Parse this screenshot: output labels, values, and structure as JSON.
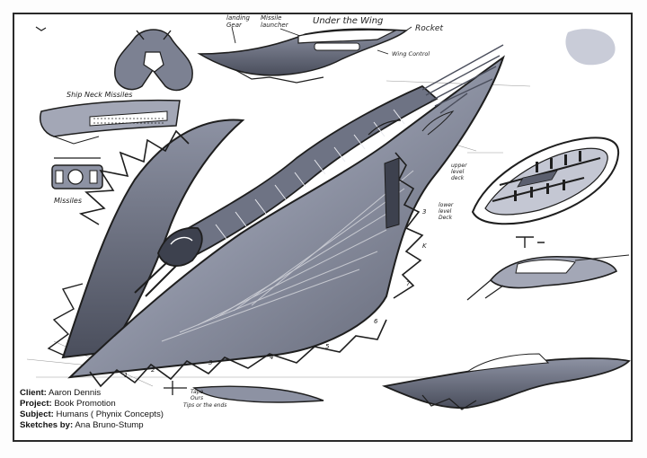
{
  "caption": {
    "client_label": "Client:",
    "client_value": "Aaron Dennis",
    "project_label": "Project:",
    "project_value": "Book Promotion",
    "subject_label": "Subject:",
    "subject_value": "Humans ( Phynix Concepts)",
    "sketches_label": "Sketches by:",
    "sketches_value": "Ana Bruno-Stump"
  },
  "notes": {
    "landing_gear": [
      "landing",
      "Gear"
    ],
    "missile_launcher": [
      "Missile",
      "launcher"
    ],
    "under_wing": "Under the Wing",
    "rocket": "Rocket",
    "wing_control": "Wing Control",
    "ship_neck": "Ship Neck Missiles",
    "missiles": "Missiles",
    "upper_deck": [
      "upper",
      "level",
      "deck"
    ],
    "lower_deck": [
      "lower",
      "level",
      "Deck"
    ],
    "tips": [
      "Tape",
      "Ours",
      "Tips or the ends"
    ],
    "numbers": [
      "1",
      "2",
      "3",
      "4",
      "5",
      "6",
      "7",
      "3",
      "K"
    ]
  },
  "colors": {
    "ink": "#1e1e1e",
    "shade_dark": "#5b5f6e",
    "shade_mid": "#8d92a3",
    "shade_light": "#c4c7d3",
    "paper": "#ffffff"
  }
}
